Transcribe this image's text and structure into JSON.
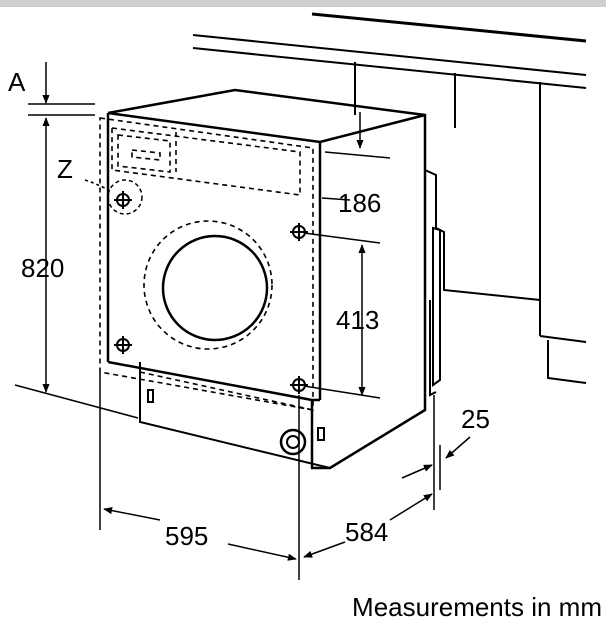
{
  "labels": {
    "ref_a": "A",
    "ref_z": "Z",
    "height": "820",
    "top_panel": "186",
    "door_spacing": "413",
    "width": "595",
    "depth": "584",
    "gap": "25"
  },
  "caption": "Measurements in mm",
  "colors": {
    "line": "#000000",
    "topbar": "#cfcfcf",
    "background": "#ffffff"
  }
}
